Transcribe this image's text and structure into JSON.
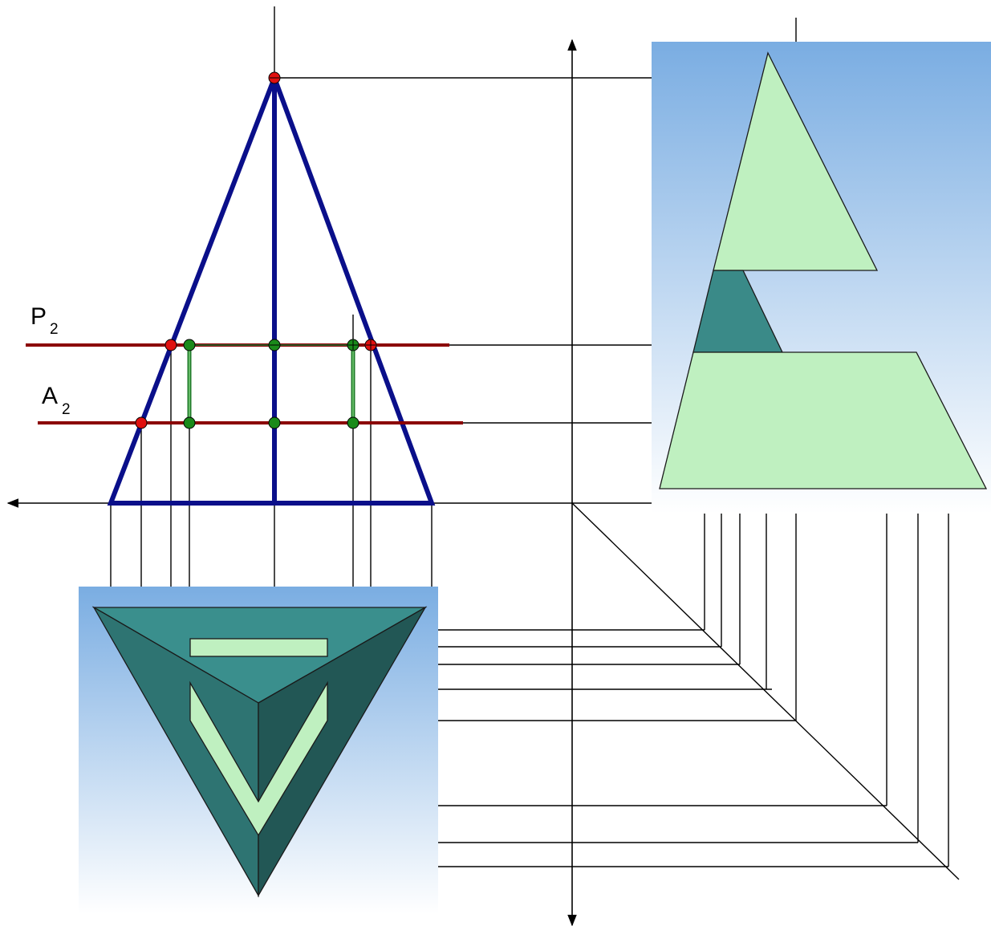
{
  "labels": {
    "p_main": "P",
    "p_sub": "2",
    "a_main": "A",
    "a_sub": "2"
  },
  "colors": {
    "outline": "#0a0f8a",
    "cutting_plane": "#8b0000",
    "point_red": "#e01010",
    "point_green": "#1a8a1a",
    "panel_gradient_top": "#7aade2",
    "panel_gradient_bottom": "#ffffff",
    "light_face": "#bff0c0",
    "dark_face": "#3a8a88",
    "darker_face": "#2a6e6c",
    "darkest_face": "#225755",
    "construction_line": "#000000"
  }
}
